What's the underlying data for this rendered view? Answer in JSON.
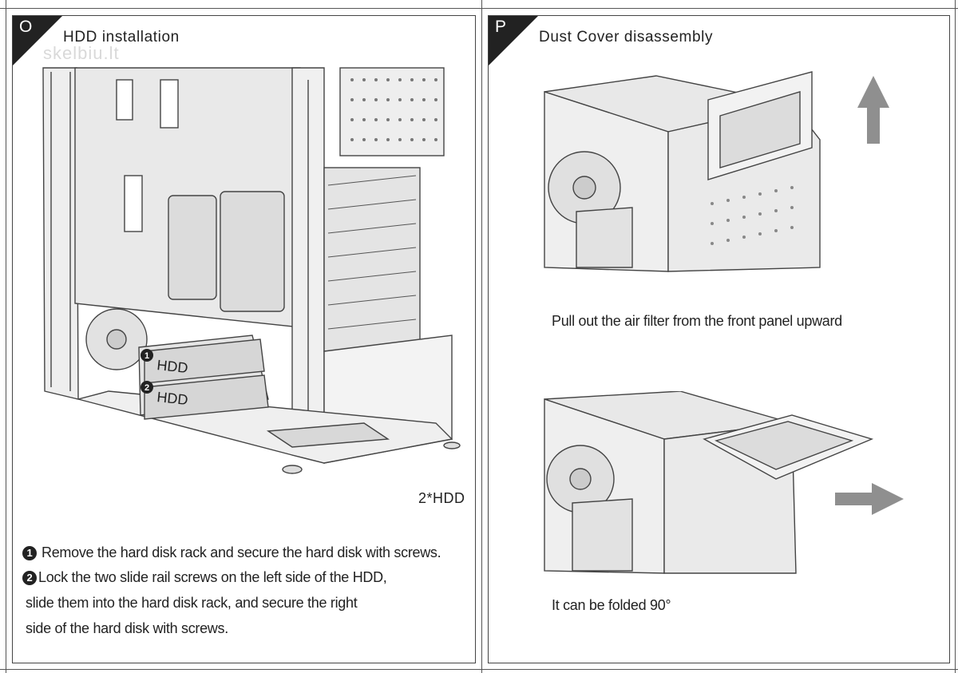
{
  "watermark": "skelbiu.lt",
  "panel_o": {
    "letter": "O",
    "title": "HDD installation",
    "hdd_label_1": "HDD",
    "hdd_label_2": "HDD",
    "hdd_marker_1": "1",
    "hdd_marker_2": "2",
    "caption": "2*HDD",
    "step_1_marker": "1",
    "step_1_text": "Remove the hard disk rack and secure the hard disk with screws.",
    "step_2_marker": "2",
    "step_2_line_1": "Lock the two slide rail screws on the left side of the HDD,",
    "step_2_line_2": "slide them into the hard disk rack, and secure the right",
    "step_2_line_3": "side of the hard disk with screws."
  },
  "panel_p": {
    "letter": "P",
    "title": "Dust Cover disassembly",
    "caption_1": "Pull out the air filter from the front panel upward",
    "caption_2": "It can be folded 90°"
  },
  "colors": {
    "ink": "#222222",
    "line": "#444444",
    "arrow": "#8f8f8f",
    "metal": "#e6e6e6"
  }
}
